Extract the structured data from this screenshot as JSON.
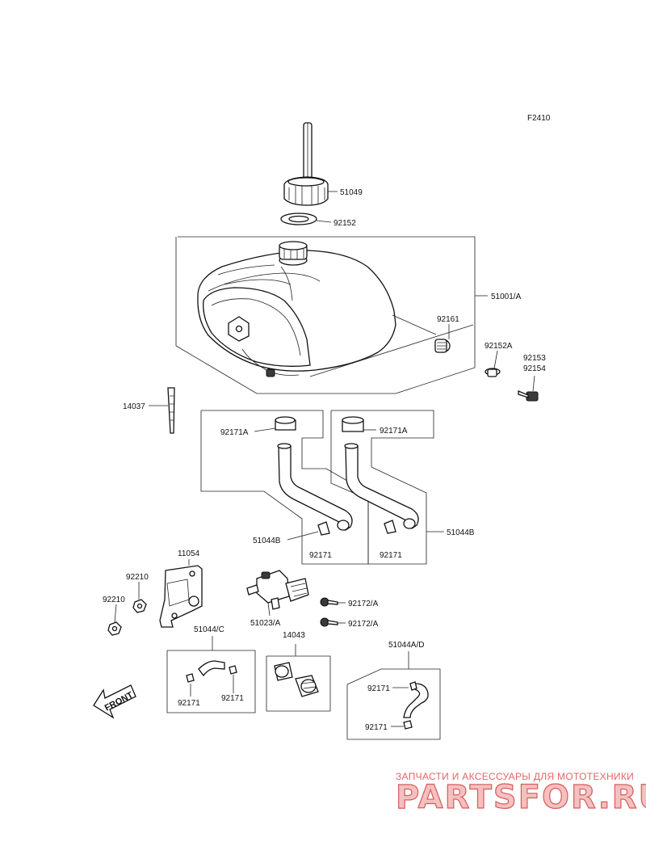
{
  "figure_code": "F2410",
  "labels": {
    "cap": "51049",
    "gasket_top": "92152",
    "tank": "51001/A",
    "damper": "92161",
    "collar": "92152A",
    "bolt_a": "92153",
    "bolt_b": "92154",
    "tube_vent": "14037",
    "clamp_left_top": "92171A",
    "clamp_right_top": "92171A",
    "hose_left": "51044B",
    "hose_right": "51044B",
    "clip_left": "92171",
    "clip_right": "92171",
    "bracket": "11054",
    "nut_a": "92210",
    "nut_b": "92210",
    "valve": "51023/A",
    "screw_a": "92172/A",
    "screw_b": "92172/A",
    "hose_c": "51044/C",
    "clip_c1": "92171",
    "clip_c2": "92171",
    "filter": "14043",
    "hose_ad": "51044A/D",
    "clip_ad1": "92171",
    "clip_ad2": "92171"
  },
  "front_arrow": "FRONT",
  "watermark": {
    "caption": "ЗАПЧАСТИ И АКСЕССУАРЫ ДЛЯ МОТОТЕХНИКИ",
    "brand": "PARTSFOR.RU",
    "color": "#e06666"
  }
}
